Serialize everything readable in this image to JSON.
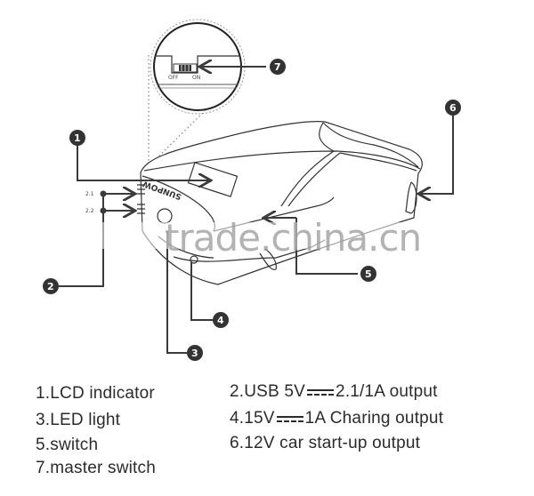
{
  "diagram": {
    "brand_label": "SUNPOW",
    "switch_labels": {
      "off": "OFF",
      "on": "ON"
    },
    "port_labels": [
      "2.1",
      "2.2"
    ],
    "watermark": "trade.china.cn",
    "callouts": [
      "1",
      "2",
      "3",
      "4",
      "5",
      "6",
      "7"
    ],
    "line_color": "#3a3a3a",
    "callout_color": "#333333"
  },
  "legend": {
    "items": [
      {
        "num": "1.",
        "text": "LCD indicator"
      },
      {
        "num": "2.",
        "text_before": "USB 5V",
        "text_after": "2.1/1A output",
        "has_dc_symbol": true
      },
      {
        "num": "3.",
        "text": "LED light"
      },
      {
        "num": "4.",
        "text_before": "15V",
        "text_after": "1A  Charing output",
        "has_dc_symbol": true
      },
      {
        "num": "5.",
        "text": "switch"
      },
      {
        "num": "6.",
        "text": "12V car start-up output"
      },
      {
        "num": "7.",
        "text": "master switch"
      }
    ]
  }
}
